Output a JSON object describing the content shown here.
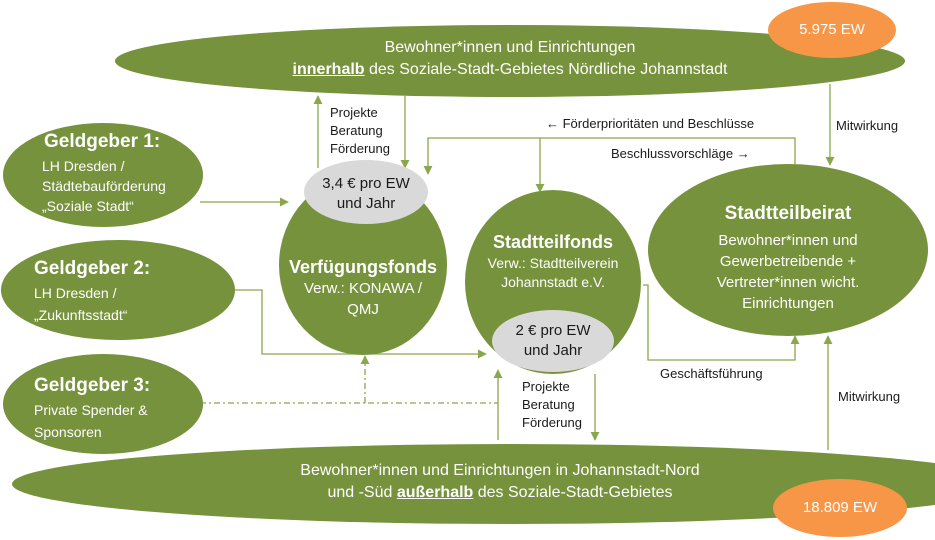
{
  "colors": {
    "green": "#76923c",
    "gray": "#d9d9d9",
    "orange": "#f79646",
    "line": "#8aa84b"
  },
  "top_ellipse": {
    "line1": "Bewohner*innen  und Einrichtungen",
    "line2_bold": "innerhalb",
    "line2_rest": " des Soziale-Stadt-Gebietes  Nördliche Johannstadt"
  },
  "top_badge": "5.975 EW",
  "bottom_ellipse": {
    "line1": "Bewohner*innen  und Einrichtungen in Johannstadt-Nord",
    "line2_pre": "und -Süd ",
    "line2_bold": "außerhalb",
    "line2_rest": " des Soziale-Stadt-Gebietes"
  },
  "bottom_badge": "18.809 EW",
  "donors": [
    {
      "title": "Geldgeber 1:",
      "lines": [
        "LH Dresden /",
        "Städtebauförderung",
        "„Soziale Stadt“"
      ]
    },
    {
      "title": "Geldgeber 2:",
      "lines": [
        "LH Dresden /",
        "„Zukunftsstadt“"
      ]
    },
    {
      "title": "Geldgeber 3:",
      "lines": [
        "Private Spender &",
        "Sponsoren"
      ]
    }
  ],
  "verfuegungsfonds": {
    "budget": [
      "3,4 € pro EW",
      "und Jahr"
    ],
    "title": "Verfügungsfonds",
    "admin": [
      "Verw.: KONAWA /",
      "QMJ"
    ]
  },
  "stadtteilfonds": {
    "title": "Stadtteilfonds",
    "admin": [
      "Verw.: Stadtteilverein",
      "Johannstadt e.V."
    ],
    "budget": [
      "2 € pro EW",
      "und Jahr"
    ]
  },
  "stadtteilbeirat": {
    "title": "Stadtteilbeirat",
    "lines": [
      "Bewohner*innen und",
      "Gewerbetreibende +",
      "Vertreter*innen wicht.",
      "Einrichtungen"
    ]
  },
  "labels": {
    "projekte_top": [
      "Projekte",
      "Beratung",
      "Förderung"
    ],
    "projekte_bottom": [
      "Projekte",
      "Beratung",
      "Förderung"
    ],
    "foerderprioritaeten": "← Förderprioritäten  und Beschlüsse",
    "beschlussvorschlaege": "Beschlussvorschläge →",
    "mitwirkung_top": "Mitwirkung",
    "mitwirkung_bottom": "Mitwirkung",
    "geschaeftsfuehrung": "Geschäftsführung"
  }
}
